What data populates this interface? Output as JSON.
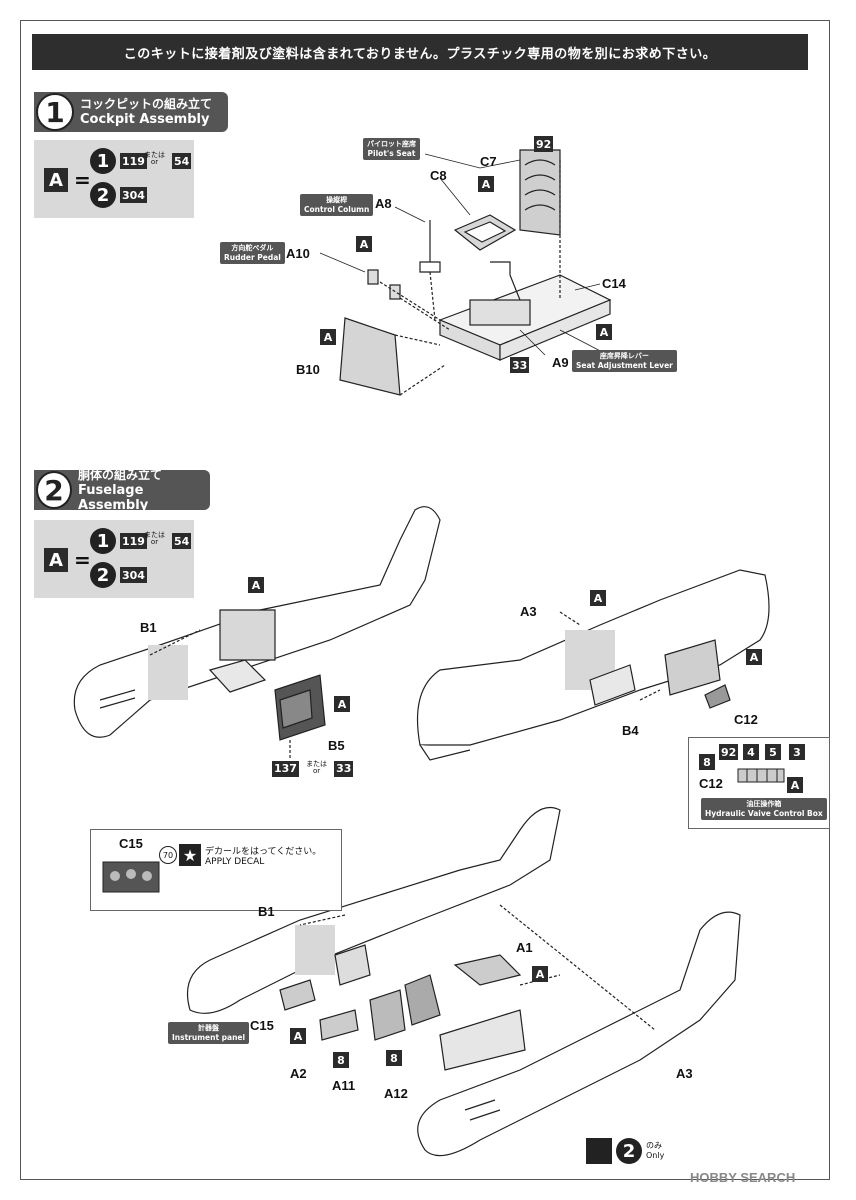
{
  "banner": "このキットに接着剤及び塗料は含まれておりません。プラスチック専用の物を別にお求め下さい。",
  "step1": {
    "number": "1",
    "title_jp": "コックピットの組み立て",
    "title_en": "Cockpit Assembly",
    "paint": {
      "letter": "A",
      "eq": "=",
      "opt1_num": "1",
      "opt1_code_a": "119",
      "opt1_or_jp": "または",
      "opt1_or_en": "or",
      "opt1_code_b": "54",
      "opt2_num": "2",
      "opt2_code": "304"
    },
    "labels": {
      "pilot_seat_jp": "パイロット座席",
      "pilot_seat_en": "Pilot's Seat",
      "control_column_jp": "操縦桿",
      "control_column_en": "Control Column",
      "rudder_pedal_jp": "方向舵ペダル",
      "rudder_pedal_en": "Rudder Pedal",
      "seat_adj_jp": "座席昇降レバー",
      "seat_adj_en": "Seat Adjustment Lever",
      "c7": "C7",
      "c8": "C8",
      "a8": "A8",
      "a10": "A10",
      "c14": "C14",
      "b10": "B10",
      "a9": "A9",
      "n92": "92",
      "n33": "33",
      "a": "A"
    }
  },
  "step2": {
    "number": "2",
    "title_jp": "胴体の組み立て",
    "title_en": "Fuselage Assembly",
    "paint": {
      "letter": "A",
      "eq": "=",
      "opt1_num": "1",
      "opt1_code_a": "119",
      "opt1_or_jp": "または",
      "opt1_or_en": "or",
      "opt1_code_b": "54",
      "opt2_num": "2",
      "opt2_code": "304"
    },
    "labels": {
      "b1": "B1",
      "b5": "B5",
      "a3": "A3",
      "b4": "B4",
      "c12": "C12",
      "n137": "137",
      "or_jp": "または",
      "or_en": "or",
      "n33": "33",
      "a": "A",
      "hyd_nums": [
        "92",
        "4",
        "5",
        "3"
      ],
      "hyd_n8": "8",
      "hyd_c12": "C12",
      "hyd_jp": "油圧操作箱",
      "hyd_en": "Hydraulic Vaive Control Box",
      "c15": "C15",
      "decal_num": "70",
      "decal_jp": "デカールをはってください。",
      "decal_en": "APPLY DECAL",
      "b1b": "B1",
      "a1": "A1",
      "c15b": "C15",
      "instr_jp": "計器盤",
      "instr_en": "Instrument panel",
      "a2": "A2",
      "a11": "A11",
      "a12": "A12",
      "a3b": "A3",
      "n8": "8",
      "only_num": "2",
      "only_jp": "のみ",
      "only_en": "Only"
    }
  },
  "watermark": "HOBBY SEARCH"
}
